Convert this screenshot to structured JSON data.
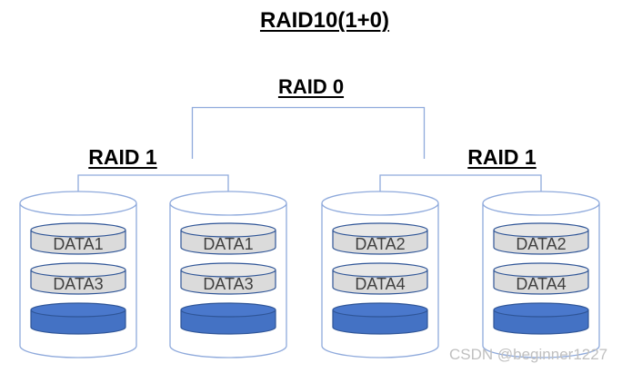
{
  "title": "RAID10(1+0)",
  "raid0": {
    "label": "RAID 0"
  },
  "raid1_left": {
    "label": "RAID 1"
  },
  "raid1_right": {
    "label": "RAID 1"
  },
  "watermark": "CSDN @beginner1227",
  "colors": {
    "connector": "#8FAADC",
    "disk_outline": "#8FAADC",
    "slot_gray_fill": "#DBDBDB",
    "slot_gray_top": "#E8E8E8",
    "slot_blue_fill": "#4472C4",
    "slot_blue_top": "#4A78CC",
    "slot_border": "#2F5597",
    "label_text": "#000000",
    "slot_text": "#404040",
    "watermark_text": "#C0C0C0"
  },
  "disks": [
    {
      "group": "raid1-left",
      "slots": [
        {
          "label": "DATA1",
          "type": "gray"
        },
        {
          "label": "DATA3",
          "type": "gray"
        },
        {
          "label": "",
          "type": "blue"
        }
      ]
    },
    {
      "group": "raid1-left",
      "slots": [
        {
          "label": "DATA1",
          "type": "gray"
        },
        {
          "label": "DATA3",
          "type": "gray"
        },
        {
          "label": "",
          "type": "blue"
        }
      ]
    },
    {
      "group": "raid1-right",
      "slots": [
        {
          "label": "DATA2",
          "type": "gray"
        },
        {
          "label": "DATA4",
          "type": "gray"
        },
        {
          "label": "",
          "type": "blue"
        }
      ]
    },
    {
      "group": "raid1-right",
      "slots": [
        {
          "label": "DATA2",
          "type": "gray"
        },
        {
          "label": "DATA4",
          "type": "gray"
        },
        {
          "label": "",
          "type": "blue"
        }
      ]
    }
  ]
}
